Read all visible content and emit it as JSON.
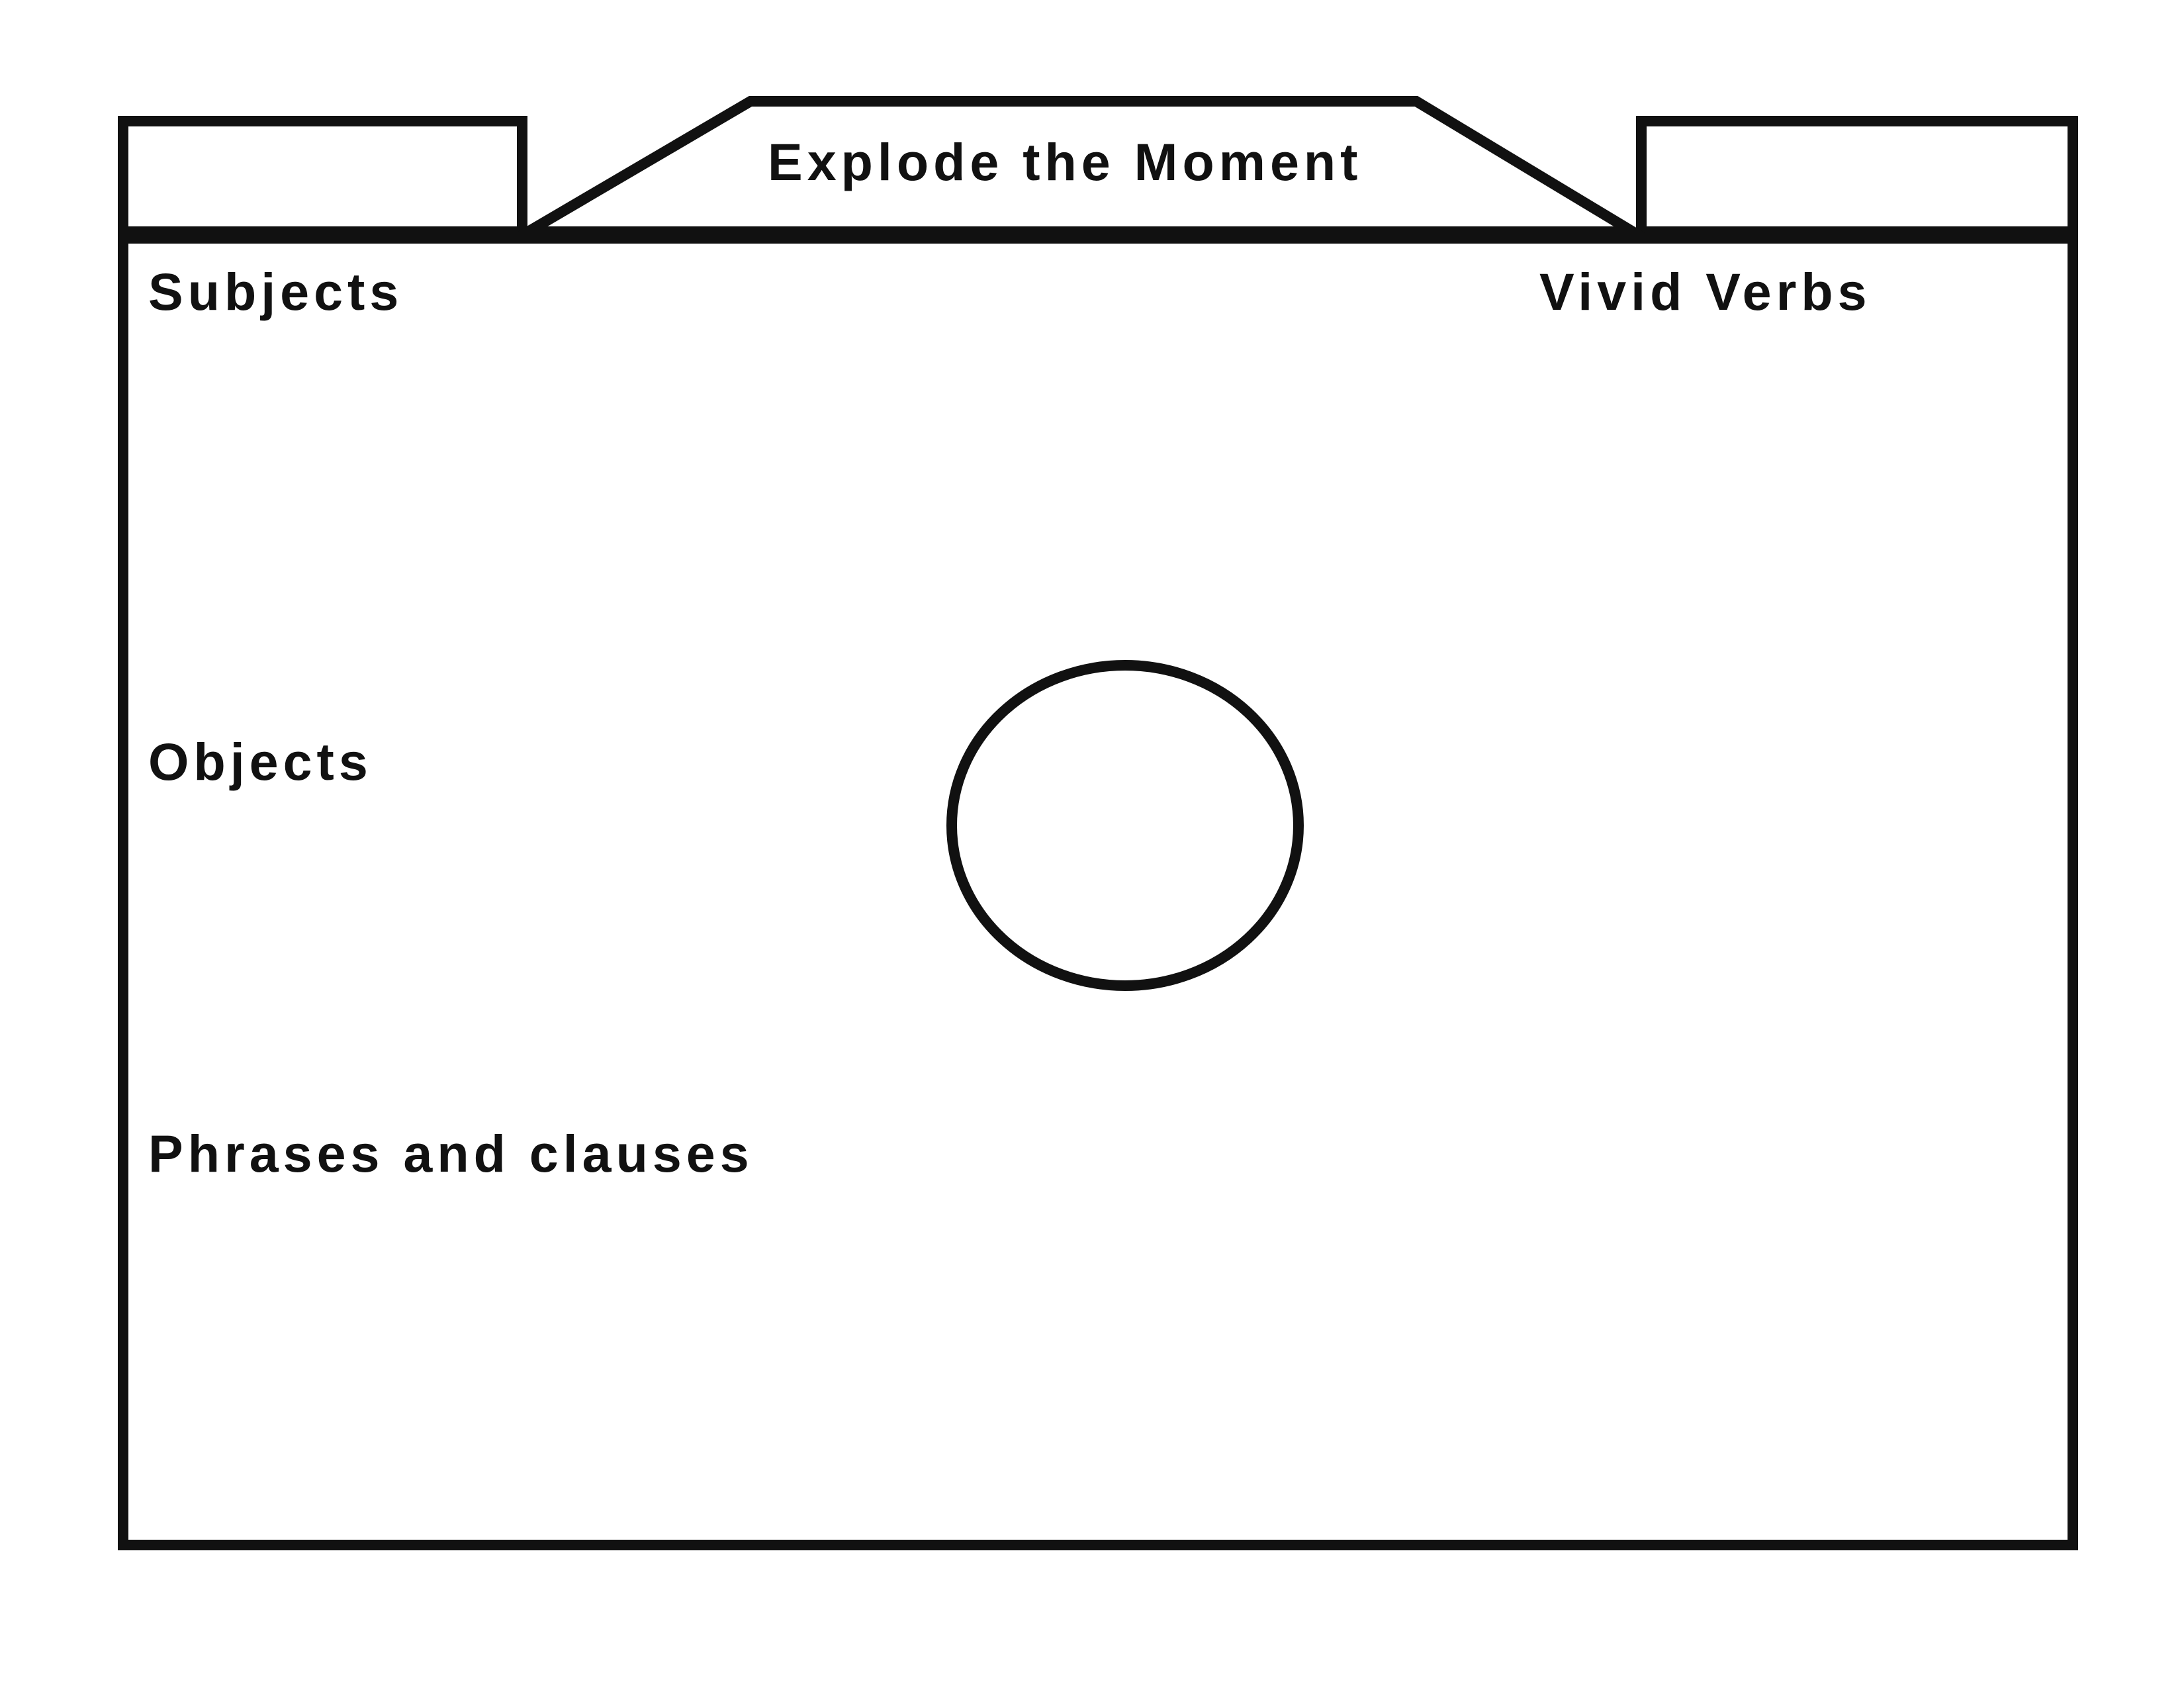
{
  "title": "Explode the Moment",
  "sections": {
    "subjects": "Subjects",
    "vivid_verbs": "Vivid Verbs",
    "objects": "Objects",
    "phrases_and_clauses": "Phrases and clauses"
  },
  "colors": {
    "stroke": "#111111",
    "background": "#ffffff"
  }
}
